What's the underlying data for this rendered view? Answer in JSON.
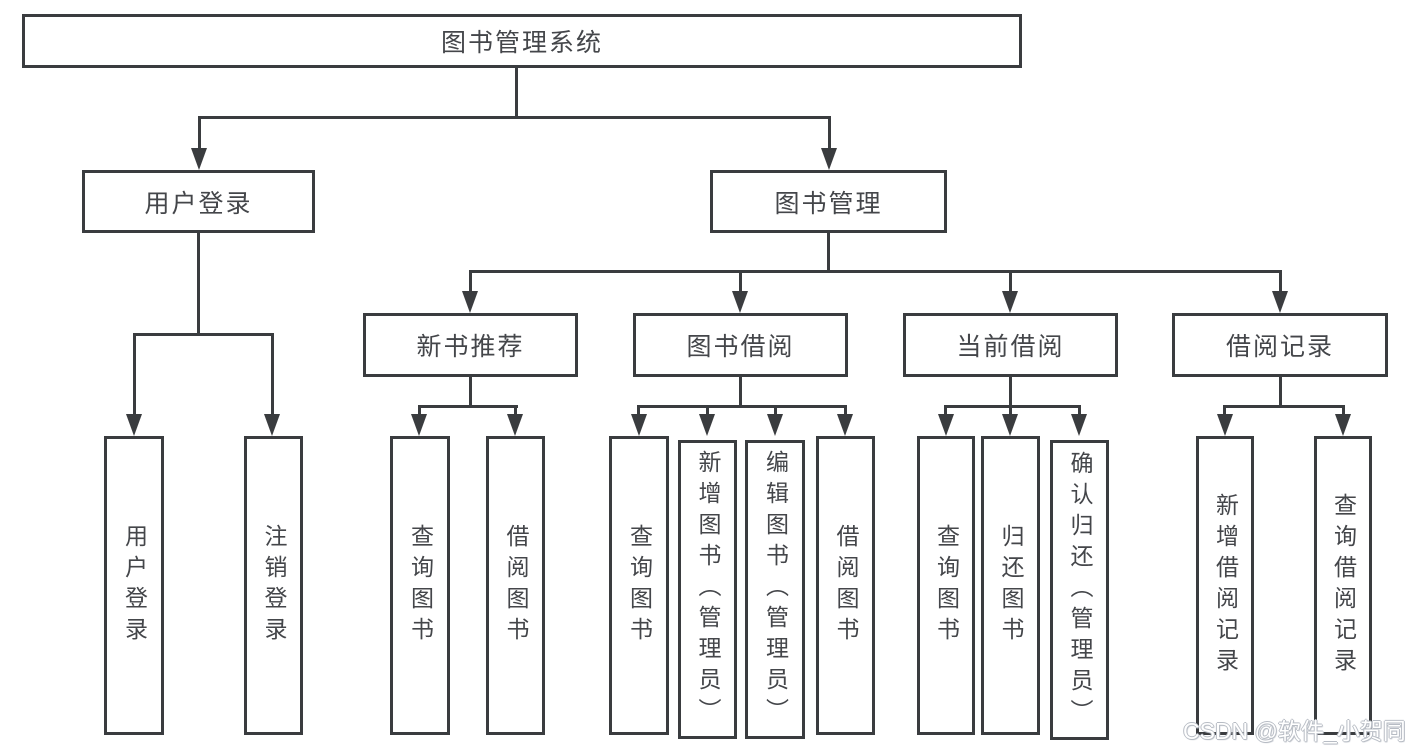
{
  "colors": {
    "line": "#3a3c3f",
    "text": "#44464a",
    "background": "#ffffff",
    "watermark_outline": "#b7bcc4"
  },
  "watermark": "CSDN @软件_小贺同学",
  "tree": {
    "label": "图书管理系统",
    "children": [
      {
        "label": "用户登录",
        "children": [
          {
            "label": "用户登录"
          },
          {
            "label": "注销登录"
          }
        ]
      },
      {
        "label": "图书管理",
        "children": [
          {
            "label": "新书推荐",
            "children": [
              {
                "label": "查询图书"
              },
              {
                "label": "借阅图书"
              }
            ]
          },
          {
            "label": "图书借阅",
            "children": [
              {
                "label": "查询图书"
              },
              {
                "label": "新增图书（管理员）"
              },
              {
                "label": "编辑图书（管理员）"
              },
              {
                "label": "借阅图书"
              }
            ]
          },
          {
            "label": "当前借阅",
            "children": [
              {
                "label": "查询图书"
              },
              {
                "label": "归还图书"
              },
              {
                "label": "确认归还（管理员）"
              }
            ]
          },
          {
            "label": "借阅记录",
            "children": [
              {
                "label": "新增借阅记录"
              },
              {
                "label": "查询借阅记录"
              }
            ]
          }
        ]
      }
    ]
  }
}
